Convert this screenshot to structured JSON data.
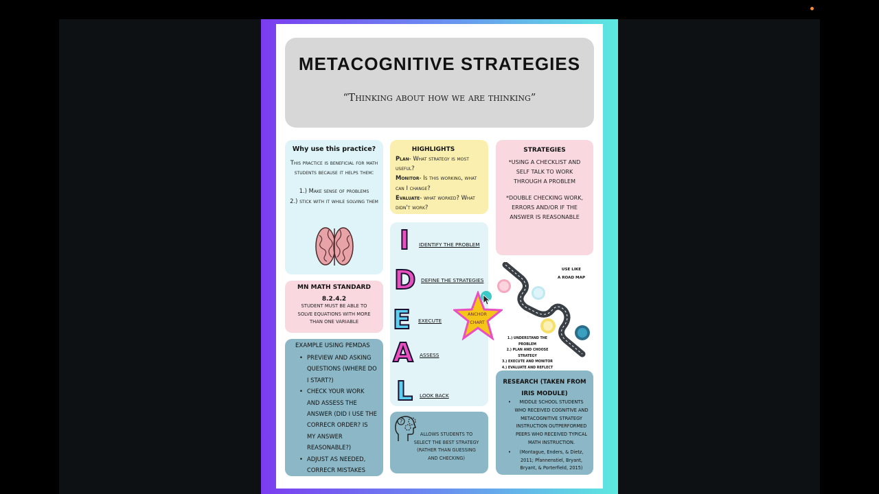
{
  "poster": {
    "title": "METACOGNITIVE STRATEGIES",
    "subtitle": "“Thinking about how we are thinking”"
  },
  "why": {
    "heading": "Why use this practice?",
    "body": "This practice is beneficial for math students because it helps them:",
    "points": [
      "1.) Make sense of problems",
      "2.) stick with it while solving them"
    ]
  },
  "highlights": {
    "heading": "HIGHLIGHTS",
    "items": [
      {
        "term": "Plan",
        "text": "- What strategy is most useful?"
      },
      {
        "term": "Monitor",
        "text": "- Is this working, what can I change?"
      },
      {
        "term": "Evaluate",
        "text": "- what worked? What didn't work?"
      }
    ]
  },
  "strategies": {
    "heading": "STRATEGIES",
    "items": [
      "*Using a checklist and self talk to work through a problem",
      "*double checking work, errors and/or if the answer is reasonable"
    ]
  },
  "ideal": {
    "letters": [
      "I",
      "D",
      "E",
      "A",
      "L"
    ],
    "steps": [
      "identify the problem",
      "define the strategies",
      "execute",
      "assess",
      "look back"
    ]
  },
  "anchor": {
    "line1": "ANCHOR",
    "line2": "CHART"
  },
  "roadmap": {
    "note_line1": "USE LIKE",
    "note_line2": "A ROAD MAP",
    "steps": [
      "1.) Understand the problem",
      "2.) Plan and choose strategy",
      "3.) Execute and monitor",
      "4.) Evaluate and reflect"
    ]
  },
  "standard": {
    "heading": "MN MATH STANDARD",
    "code": "8.2.4.2",
    "text": "Student must be able to solve equations with more than one variable"
  },
  "example": {
    "heading": "EXAMPLE USING PEMDAS",
    "items": [
      "preview and asking questions (Where do I start?)",
      "check your work and assess the answer (did I use the correcr order? Is my answer reasonable?)",
      "adjust as needed, correcr mistakes"
    ]
  },
  "allows": {
    "text": "Allows students to select the best strategy (rather than guessing and checking)"
  },
  "research": {
    "heading_line1": "RESEARCH (TAKEN FROM",
    "heading_line2": "IRIS MODULE)",
    "items": [
      "Middle school students who received cognitive and metacognitive strategy instruction outperformed peers who received typical math instruction.",
      "(Montague, Enders, & Dietz, 2011; Pfannenstiel, Bryant, Bryant, & Porterfield, 2015)"
    ]
  },
  "colors": {
    "frame_left": "#7b3cf0",
    "frame_right": "#5ce8e0",
    "pink_panel": "#f9d8df",
    "blue_panel": "#8bb7c6",
    "yellow_panel": "#fbefb0",
    "light_blue_panel": "#def4f8"
  }
}
